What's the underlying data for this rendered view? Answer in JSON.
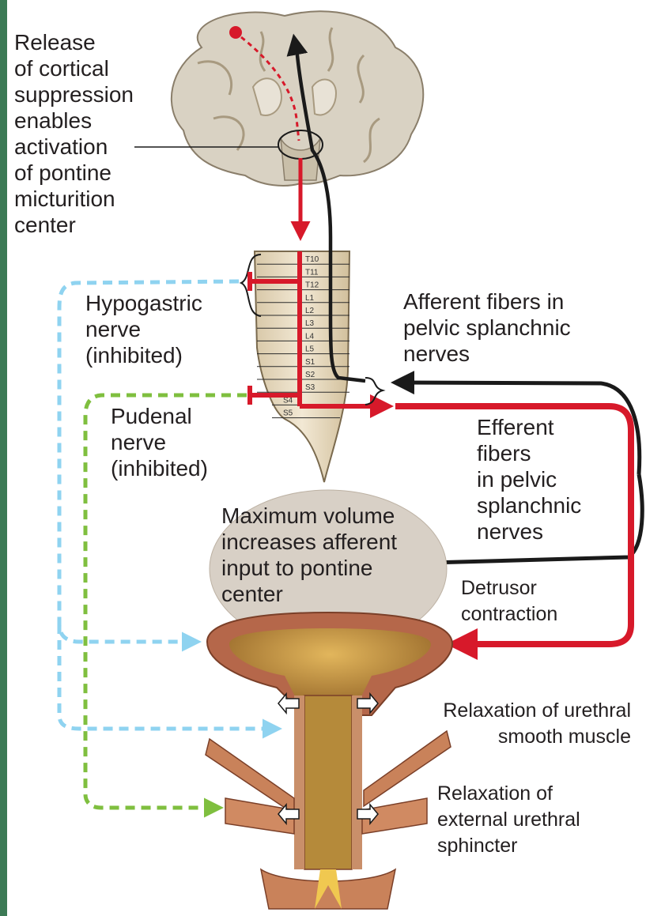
{
  "labels": {
    "cortical": "Release\nof cortical\nsuppression\nenables\nactivation\nof pontine\nmicturition\ncenter",
    "hypogastric": "Hypogastric\nnerve\n(inhibited)",
    "afferent": "Afferent fibers in\npelvic splanchnic\nnerves",
    "pudenal": "Pudenal\nnerve\n(inhibited)",
    "efferent": "Efferent\nfibers\nin pelvic\nsplanchnic\nnerves",
    "max_volume": "Maximum volume\nincreases afferent\ninput to pontine\ncenter",
    "detrusor": "Detrusor\ncontraction",
    "urethral_smooth": "Relaxation of urethral\nsmooth muscle",
    "external_sphincter": "Relaxation of\nexternal urethral\nsphincter"
  },
  "spinal_segments": [
    "T10",
    "T11",
    "T12",
    "L1",
    "L2",
    "L3",
    "L4",
    "L5",
    "S1",
    "S2",
    "S3",
    "S4",
    "S5"
  ],
  "colors": {
    "efferent_red": "#d7192a",
    "afferent_black": "#1a1a1a",
    "hypogastric_blue": "#8fd3f0",
    "pudendal_green": "#7fbf3f",
    "frame_green": "#3c7a55",
    "brain_gray": "#d9d2c3",
    "cord_tan": "#e9ddc4",
    "bladder_wall": "#b5674a",
    "bladder_lumen": "#b58a3a",
    "muscle_tan": "#c9825a"
  }
}
